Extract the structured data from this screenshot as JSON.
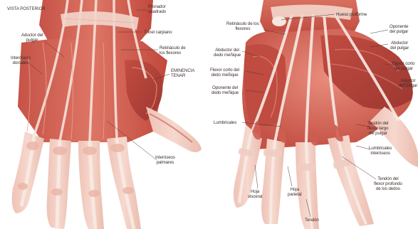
{
  "diagram": {
    "left_panel": {
      "title": "VISTA POSTERIOR",
      "labels": {
        "piramidal_cuadrado": "Pronador\ncuadrado",
        "tunel_carpiano": "Túnel carpiano",
        "retinaculo": "Retináculo de\nlos flexores",
        "eminencia_tenar": "EMINENCIA\nTENAR",
        "aductor_pulgar": "Aductor del\npulgar",
        "interoseos_dorsales": "Interóseos\ndorsales",
        "interoseos_palmares": "Interóseos\npalmares"
      }
    },
    "right_panel": {
      "labels": {
        "hueso_pisiforme": "Hueso pisiforme",
        "retinaculo_flexores": "Retináculo de los\nflexores",
        "oponente_pulgar": "Oponente\ndel pulgar",
        "abductor_pulgar": "Abductor\ndel pulgar",
        "abductor_dedo_menique": "Abductor del\ndedo meñique",
        "flexor_corto_pulgar": "Flexor corto\ndel pulgar",
        "flexor_corto_menique": "Flexor corto del\ndedo meñique",
        "aductor_pulgar": "Aductor\ndel pulgar",
        "oponente_menique": "Oponente del\ndedo meñique",
        "lumbricales_left": "Lumbricales",
        "tendon_flexor_largo": "Tendón del\nflexor largo\ndel pulgar",
        "lumbricales_interoseos": "Lumbricales\ninteróseos",
        "tendon_flexor_profundo": "Tendón del\nflexor profundo\nde los dedos",
        "hoja_visceral": "Hoja\nvisceral",
        "hoja_parietal": "Hoja\nparietal",
        "tendon": "Tendón"
      }
    },
    "colors": {
      "muscle_dark": "#b8463d",
      "muscle_mid": "#d4695c",
      "muscle_light": "#e69a8c",
      "skin": "#f2cfc4",
      "tendon": "#f5e4dc",
      "bone": "#f7ece4",
      "label_text": "#3a2e2c",
      "leader_line": "#4a3a36"
    }
  }
}
